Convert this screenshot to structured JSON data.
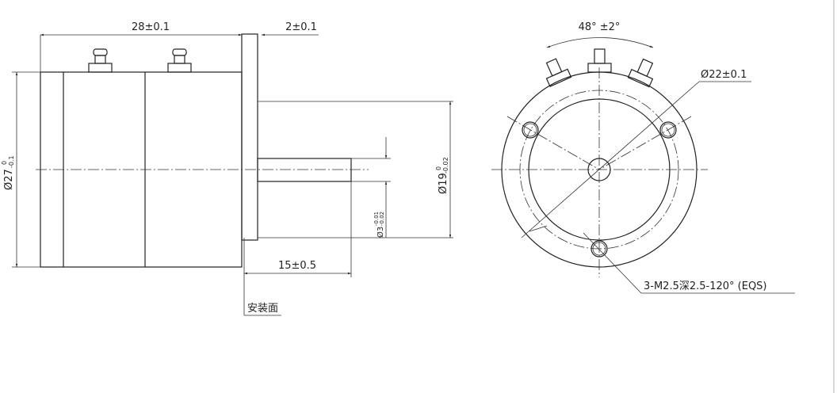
{
  "side_view": {
    "length_dim": "28±0.1",
    "flange_dim": "2±0.1",
    "body_dia_dim": "Ø27",
    "body_dia_tol_upper": "0",
    "body_dia_tol_lower": "-0.1",
    "pilot_dia_dim": "Ø19",
    "pilot_dia_tol_upper": "0",
    "pilot_dia_tol_lower": "-0.02",
    "shaft_dia_dim": "Ø3",
    "shaft_dia_tol_upper": "-0.01",
    "shaft_dia_tol_lower": "-0.02",
    "shaft_length_dim": "15±0.5",
    "mounting_face_label": "安装面"
  },
  "front_view": {
    "terminal_angle_dim": "48° ±2°",
    "bolt_circle_dim": "Ø22±0.1",
    "hole_spec": "3-M2.5深2.5-120° (EQS)"
  }
}
